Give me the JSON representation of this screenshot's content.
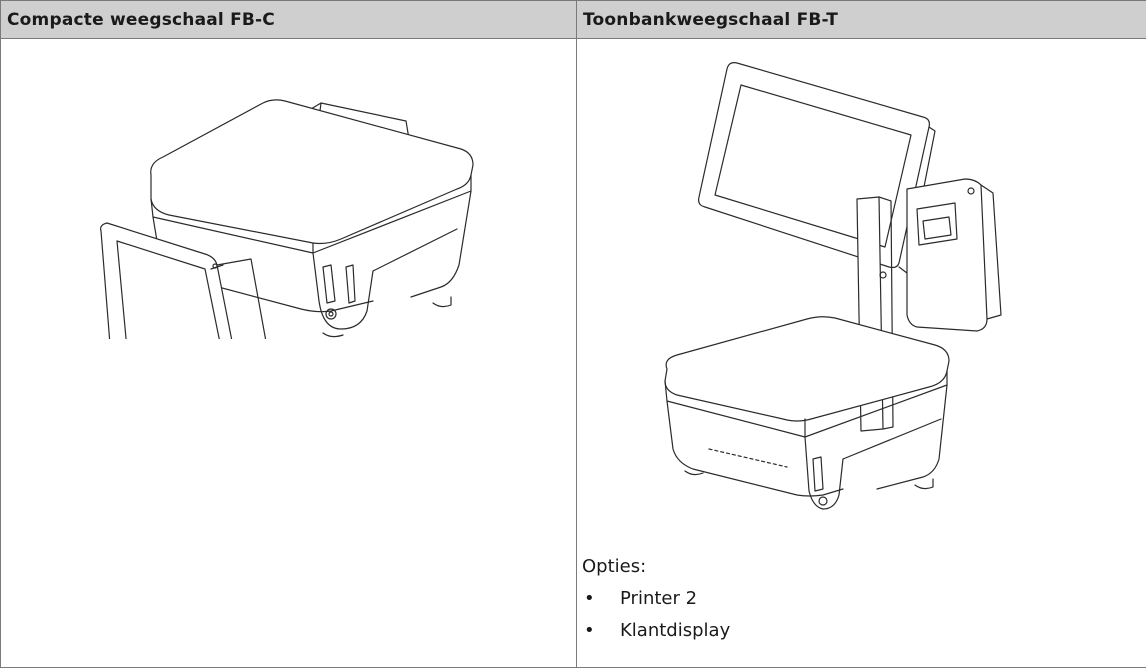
{
  "table": {
    "headers": [
      "Compacte weegschaal FB-C",
      "Toonbankweegschaal FB-T"
    ],
    "right_cell": {
      "options_label": "Opties:",
      "options": [
        "Printer 2",
        "Klantdisplay"
      ]
    }
  },
  "icons": {
    "bullet": "bullet-icon"
  }
}
